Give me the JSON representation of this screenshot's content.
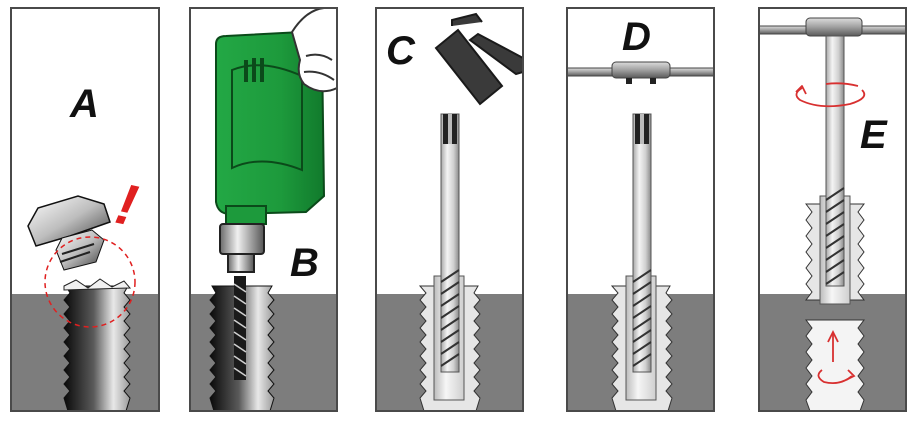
{
  "labels": {
    "a": "A",
    "b": "B",
    "c": "C",
    "d": "D",
    "e": "E",
    "exclamation": "!"
  },
  "colors": {
    "frame": "#4a4a4a",
    "ground": "#7d7d7d",
    "drill_green": "#1d9a3c",
    "drill_dark": "#0e6a26",
    "hammer": "#3a3a3a",
    "warning_red": "#e02020",
    "rotation_red": "#d83030"
  },
  "icons": [
    "broken-bolt-icon",
    "drill-icon",
    "hammer-icon",
    "tap-wrench-icon",
    "rotation-arrow-icon"
  ]
}
